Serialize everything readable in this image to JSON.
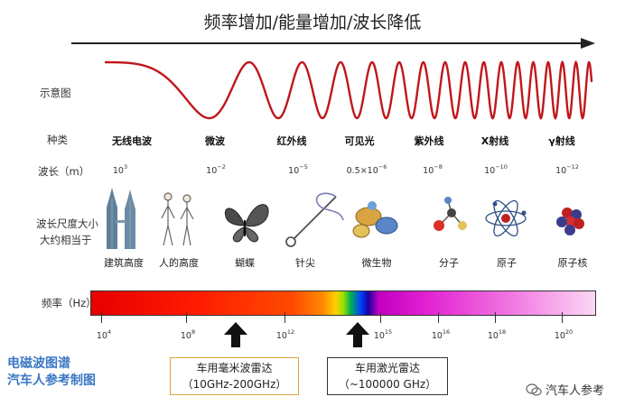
{
  "title": "频率增加/能量增加/波长降低",
  "row_labels": {
    "waveform": "示意图",
    "type": "种类",
    "wavelength": "波长（m）",
    "size_line1": "波长尺度大小",
    "size_line2": "大约相当于",
    "frequency": "频率（Hz）"
  },
  "categories": [
    "无线电波",
    "微波",
    "红外线",
    "可见光",
    "紫外线",
    "X射线",
    "γ射线"
  ],
  "wavelengths": [
    {
      "base": "10",
      "exp": "3"
    },
    {
      "base": "10",
      "exp": "−2"
    },
    {
      "base": "10",
      "exp": "−5"
    },
    {
      "base": "0.5×10",
      "exp": "−6"
    },
    {
      "base": "10",
      "exp": "−8"
    },
    {
      "base": "10",
      "exp": "−10"
    },
    {
      "base": "10",
      "exp": "−12"
    }
  ],
  "size_objects": [
    "建筑高度",
    "人的高度",
    "蝴蝶",
    "针尖",
    "微生物",
    "分子",
    "原子",
    "原子核"
  ],
  "frequencies": [
    {
      "base": "10",
      "exp": "4"
    },
    {
      "base": "10",
      "exp": "8"
    },
    {
      "base": "10",
      "exp": "12"
    },
    {
      "base": "10",
      "exp": "15"
    },
    {
      "base": "10",
      "exp": "16"
    },
    {
      "base": "10",
      "exp": "18"
    },
    {
      "base": "10",
      "exp": "20"
    }
  ],
  "radar_labels": {
    "mmwave_line1": "车用毫米波雷达",
    "mmwave_line2": "（10GHz-200GHz）",
    "lidar_line1": "车用激光雷达",
    "lidar_line2": "（~100000 GHz）"
  },
  "brand": {
    "line1": "电磁波图谱",
    "line2": "汽车人参考制图"
  },
  "watermark": "汽车人参考",
  "colors": {
    "wave": "#c0171c",
    "brand": "#3b78c4",
    "spectrum_start": "#e60000",
    "spectrum_end": "#fbd8f4"
  }
}
